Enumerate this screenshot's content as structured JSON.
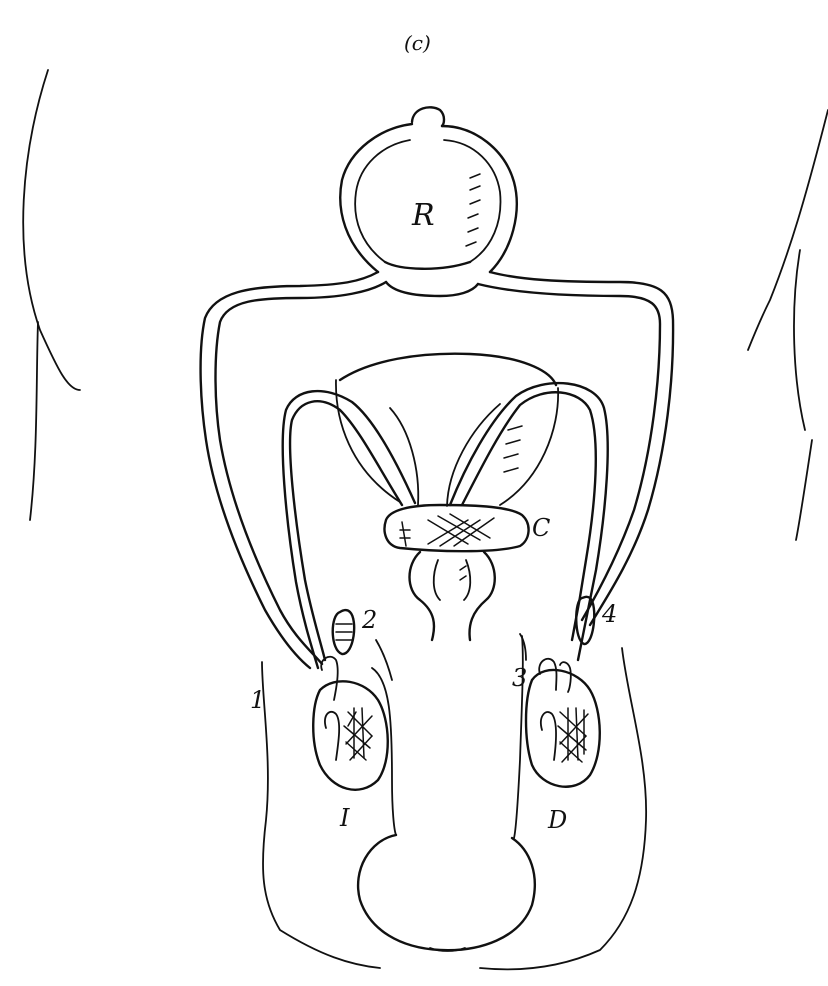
{
  "figure": {
    "panel_label": "(c)"
  },
  "labels": {
    "top_circle": "R",
    "band": "C",
    "left_oval": "I",
    "right_oval": "D",
    "n1": "1",
    "n2": "2",
    "n3": "3",
    "n4": "4"
  }
}
